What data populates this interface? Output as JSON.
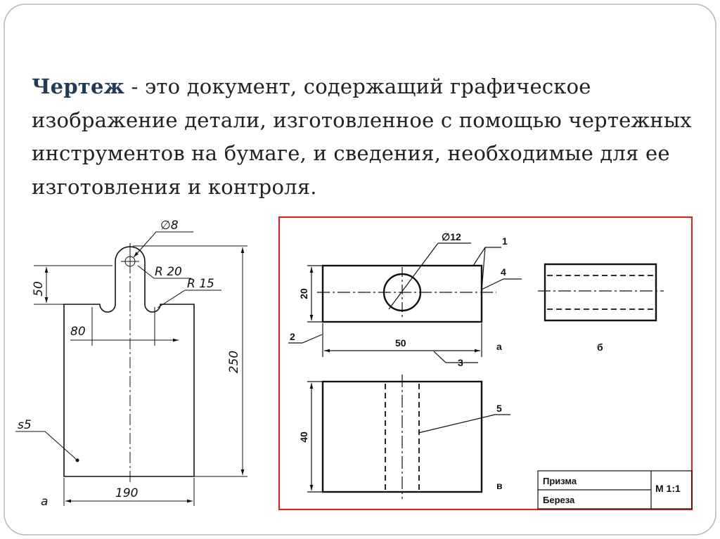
{
  "definition": {
    "term": "Чертеж",
    "text": " - это документ, содержащий графическое изображение детали, изготовленное с помощью чертежных инструментов на бумаге, и сведения, необходимые для ее изготовления и контроля."
  },
  "drawing_left": {
    "dim_hole": "∅8",
    "dim_tab_height": "50",
    "dim_r20": "R 20",
    "dim_r15": "R 15",
    "dim_80": "80",
    "dim_height": "250",
    "dim_width": "190",
    "dim_thickness": "s5",
    "caption": "а"
  },
  "drawing_right": {
    "dim_hole": "∅12",
    "dim_20": "20",
    "dim_50": "50",
    "dim_40": "40",
    "leader_1": "1",
    "leader_2": "2",
    "leader_3": "3",
    "leader_4": "4",
    "leader_5": "5",
    "view_a": "а",
    "view_b": "б",
    "view_v": "в",
    "title_name": "Призма",
    "title_material": "Береза",
    "title_scale": "М 1:1"
  },
  "colors": {
    "term": "#1f3b57",
    "body_text": "#222222",
    "sheet_border": "#c0302a",
    "line": "#111111"
  }
}
